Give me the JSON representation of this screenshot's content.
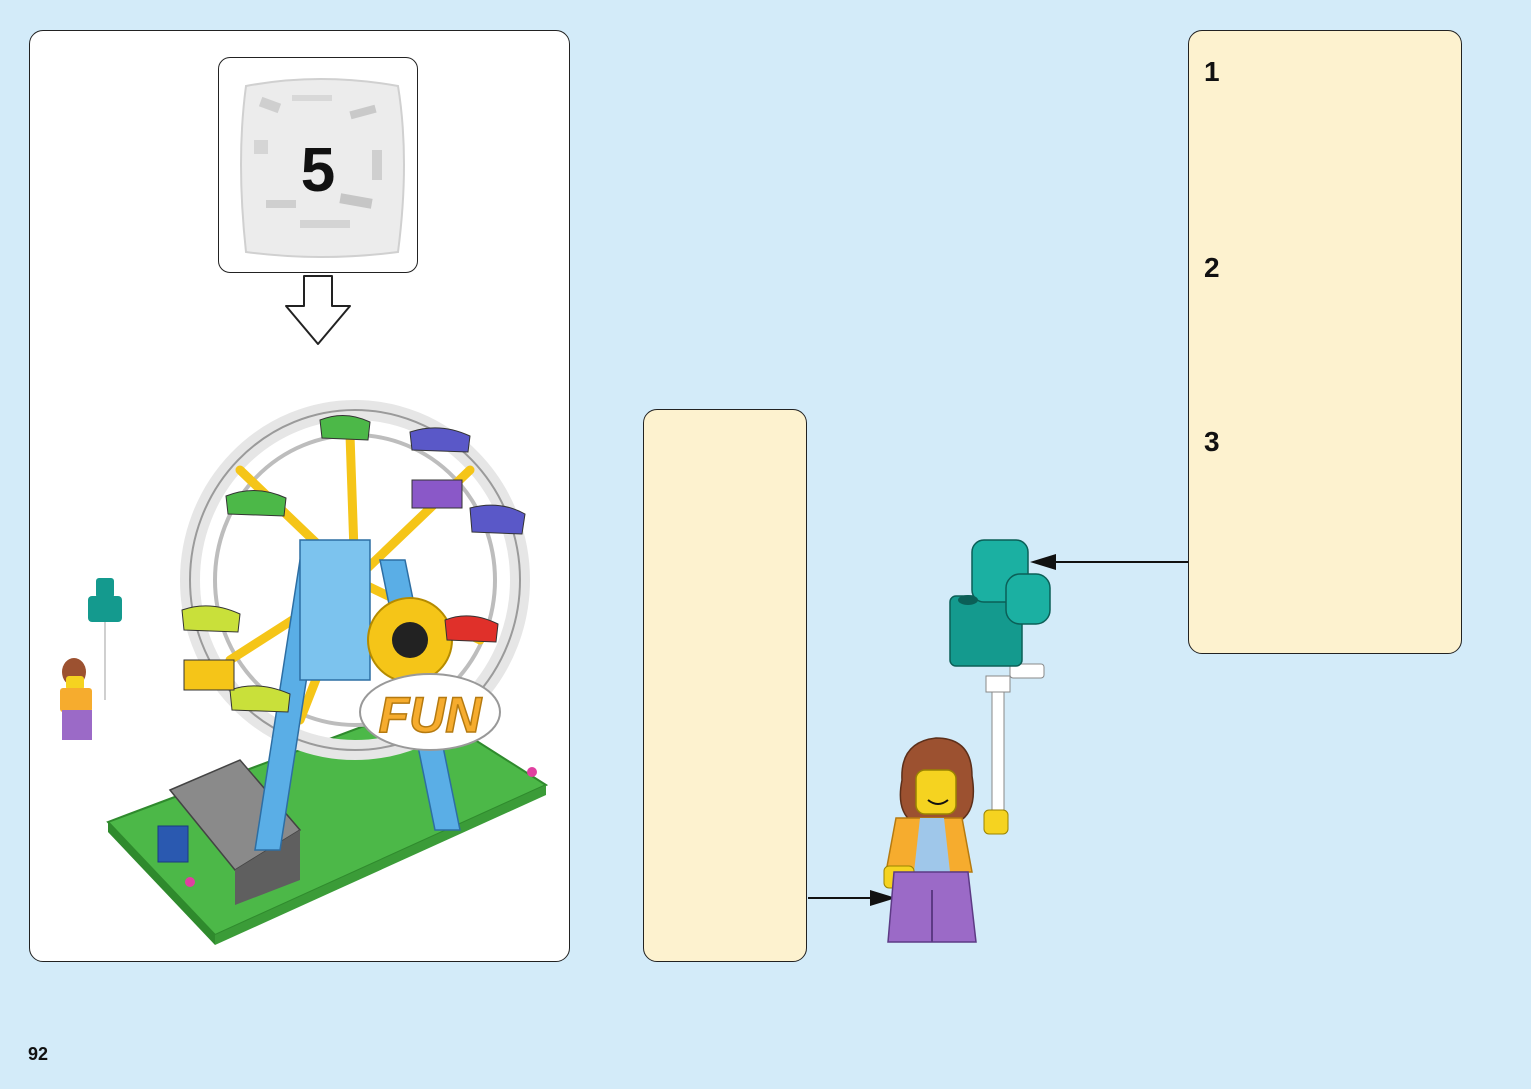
{
  "page": {
    "number": "92"
  },
  "overview": {
    "bag_number": "5",
    "model_letters": "FUN"
  },
  "steps": [
    {
      "number": "1"
    },
    {
      "number": "2"
    },
    {
      "number": "3"
    }
  ],
  "colors": {
    "background": "#d3ebf9",
    "callout": "#fdf2cf",
    "teal": "#149a8e",
    "minifig_yellow": "#f5d320",
    "hair_brown": "#9c5130",
    "jacket_orange": "#f6ac2e",
    "legs_purple": "#9b6ac7",
    "grass_green": "#4cb848",
    "arrow_red": "#d42026"
  }
}
